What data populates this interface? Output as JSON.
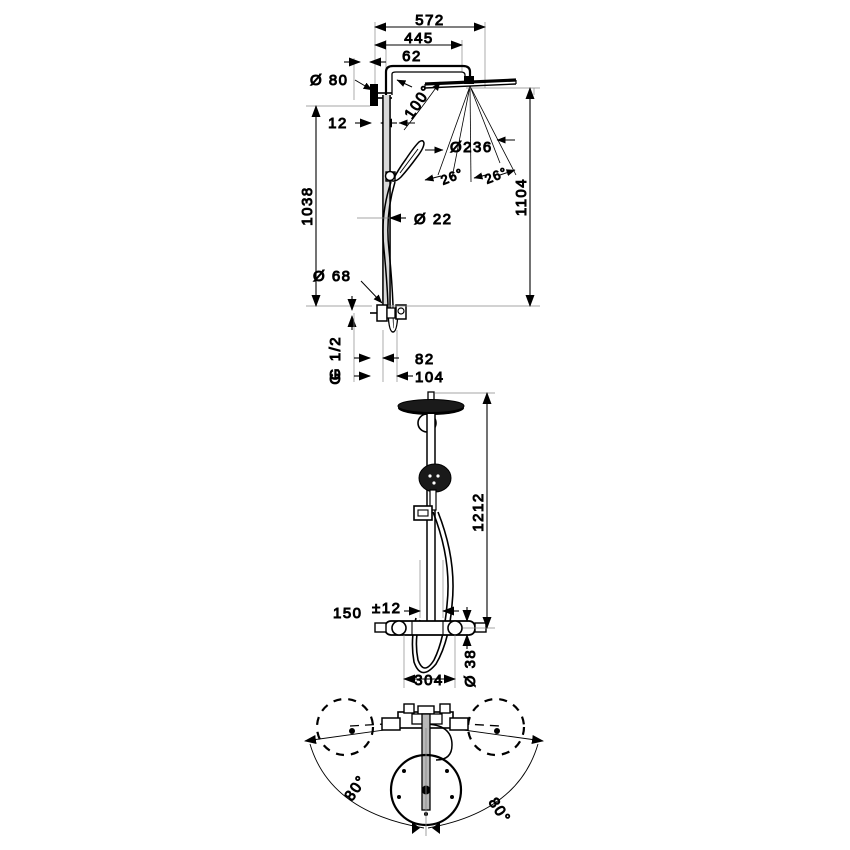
{
  "drawing": {
    "title": "Shower system technical dimension drawing",
    "units": "mm",
    "line_color": "#000000",
    "thin_line_color": "#555555",
    "background": "#ffffff",
    "views": [
      {
        "name": "side-elevation-view",
        "labels": [
          {
            "id": "d572",
            "text": "572",
            "type": "horizontal-dimension"
          },
          {
            "id": "d445",
            "text": "445",
            "type": "horizontal-dimension"
          },
          {
            "id": "d62",
            "text": "62",
            "type": "horizontal-dimension"
          },
          {
            "id": "d80",
            "text": "Ø 80",
            "type": "diameter-leader"
          },
          {
            "id": "d12",
            "text": "12",
            "type": "horizontal-dimension"
          },
          {
            "id": "d100",
            "text": "100°",
            "type": "angle-rotated"
          },
          {
            "id": "d236",
            "text": "Ø236",
            "type": "diameter-dimension"
          },
          {
            "id": "d26a",
            "text": "26°",
            "type": "angle-rotated"
          },
          {
            "id": "d26b",
            "text": "26°",
            "type": "angle-rotated"
          },
          {
            "id": "d1104",
            "text": "1104",
            "type": "vertical-dimension"
          },
          {
            "id": "d1038",
            "text": "1038",
            "type": "vertical-dimension"
          },
          {
            "id": "d22",
            "text": "Ø 22",
            "type": "diameter-dimension"
          },
          {
            "id": "d68",
            "text": "Ø  68",
            "type": "diameter-leader"
          },
          {
            "id": "dg12",
            "text": "G 1/2",
            "type": "thread-label-rotated"
          },
          {
            "id": "dg",
            "text": "G",
            "type": "thread-label-rotated"
          },
          {
            "id": "d82",
            "text": "82",
            "type": "horizontal-dimension"
          },
          {
            "id": "d104",
            "text": "104",
            "type": "horizontal-dimension"
          }
        ]
      },
      {
        "name": "front-elevation-view",
        "labels": [
          {
            "id": "d1212",
            "text": "1212",
            "type": "vertical-dimension"
          },
          {
            "id": "d150",
            "text": "150",
            "type": "horizontal-dimension"
          },
          {
            "id": "dpm12",
            "text": "±12",
            "type": "tolerance"
          },
          {
            "id": "d304",
            "text": "304",
            "type": "horizontal-dimension"
          },
          {
            "id": "d38",
            "text": "Ø 38",
            "type": "diameter-dimension-rotated"
          }
        ]
      },
      {
        "name": "top-plan-swivel-view",
        "labels": [
          {
            "id": "d80a",
            "text": "80°",
            "type": "angle-rotated"
          },
          {
            "id": "d80b",
            "text": "80°",
            "type": "angle-rotated"
          }
        ]
      }
    ]
  }
}
